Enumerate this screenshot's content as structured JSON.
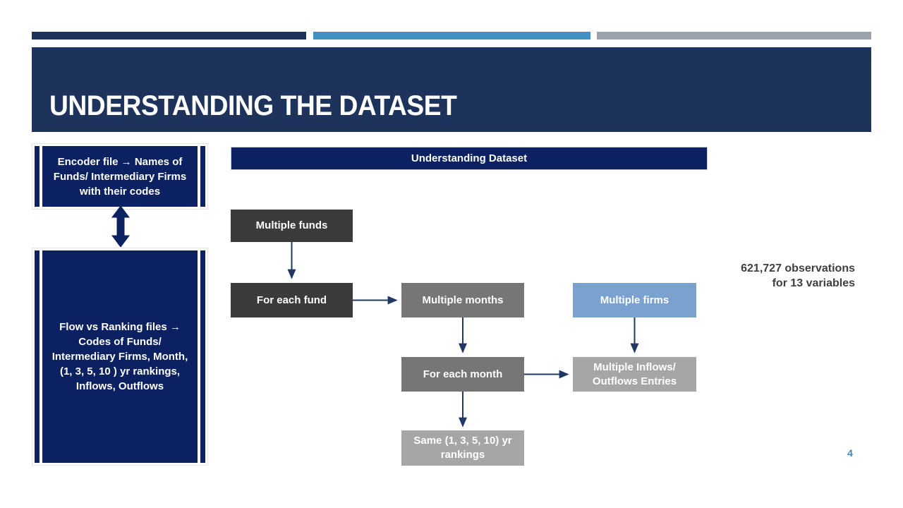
{
  "slide": {
    "title": "UNDERSTANDING THE DATASET",
    "page_number": "4"
  },
  "theme": {
    "banner_navy": "#1d335c",
    "accent_blue": "#4090c0",
    "accent_gray": "#9aa3ab",
    "box_navy": "#0b2161",
    "node_dark": "#3b3b3b",
    "node_mid": "#767676",
    "node_light": "#a6a6a6",
    "node_blue": "#7ba1ce",
    "connector": "#1f3864",
    "page_number_color": "#4089ba"
  },
  "left_panel": {
    "encoder_box": "Encoder file → Names of Funds/ Intermediary Firms with their codes",
    "arrow_label": "bidirectional-relationship",
    "flow_box": "Flow vs Ranking files → Codes of Funds/ Intermediary Firms, Month, (1, 3, 5, 10 ) yr rankings, Inflows, Outflows"
  },
  "diagram": {
    "header": "Understanding Dataset",
    "nodes": [
      {
        "id": "multiple-funds",
        "label": "Multiple funds",
        "style": "dark"
      },
      {
        "id": "for-each-fund",
        "label": "For each fund",
        "style": "dark"
      },
      {
        "id": "multiple-months",
        "label": "Multiple months",
        "style": "mid"
      },
      {
        "id": "multiple-firms",
        "label": "Multiple firms",
        "style": "blue"
      },
      {
        "id": "for-each-month",
        "label": "For each month",
        "style": "mid"
      },
      {
        "id": "inflows",
        "label": "Multiple Inflows/ Outflows Entries",
        "style": "light"
      },
      {
        "id": "rankings",
        "label": "Same (1, 3, 5, 10) yr rankings",
        "style": "light"
      }
    ],
    "edges": [
      {
        "from": "multiple-funds",
        "to": "for-each-fund",
        "direction": "down"
      },
      {
        "from": "for-each-fund",
        "to": "multiple-months",
        "direction": "right"
      },
      {
        "from": "multiple-months",
        "to": "for-each-month",
        "direction": "down"
      },
      {
        "from": "multiple-firms",
        "to": "inflows",
        "direction": "down"
      },
      {
        "from": "for-each-month",
        "to": "inflows",
        "direction": "right"
      },
      {
        "from": "for-each-month",
        "to": "rankings",
        "direction": "down"
      }
    ]
  },
  "annotation": {
    "line1": "621,727 observations",
    "line2": "for 13 variables"
  }
}
